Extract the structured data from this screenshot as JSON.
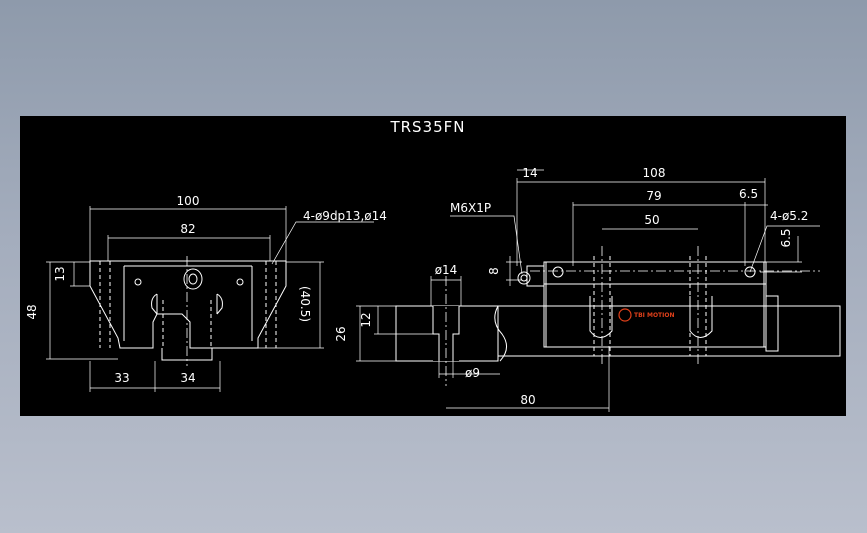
{
  "drawing": {
    "title": "TRS35FN",
    "brand_logo_text": "TBI MOTION",
    "front_view": {
      "width_overall": "100",
      "hole_spacing": "82",
      "hole_spec": "4-ø9dp13,ø14",
      "height_total": "48",
      "flange_height": "13",
      "height_ref": "(40.5)",
      "left_offset": "33",
      "rail_width": "34"
    },
    "rail_section": {
      "bore_diameter": "ø14",
      "thread_hole_diameter": "ø9",
      "rail_height": "26",
      "counterbore_depth": "12"
    },
    "side_view": {
      "end_offset": "14",
      "block_length": "108",
      "hole_distance_long": "79",
      "hole_distance_short": "50",
      "edge_offset_x": "6.5",
      "edge_offset_y": "6.5",
      "grease_nipple": "M6X1P",
      "nipple_height": "8",
      "side_hole_spec": "4-ø5.2",
      "rail_pitch": "80"
    }
  },
  "colors": {
    "panel": "#000000",
    "line": "#ffffff",
    "logo": "#e0401a"
  }
}
